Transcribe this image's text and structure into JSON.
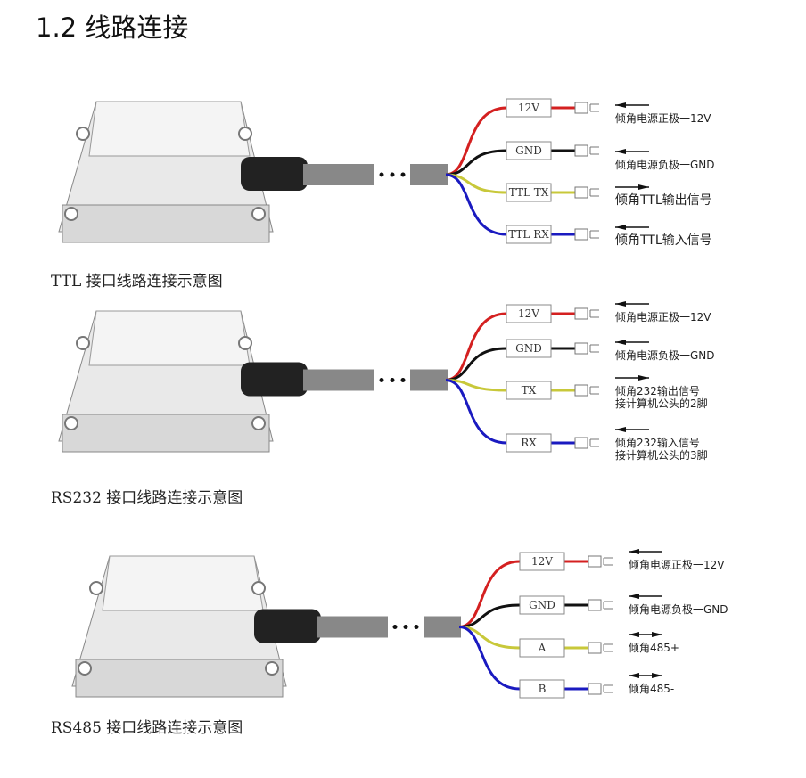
{
  "heading": "1.2 线路连接",
  "diagrams": [
    {
      "caption": "TTL 接口线路连接示意图",
      "wires": [
        {
          "tag": "12V",
          "color": "#d42020",
          "dir": "in",
          "desc": "倾角电源正极一12V"
        },
        {
          "tag": "GND",
          "color": "#111111",
          "dir": "in",
          "desc": "倾角电源负极一GND"
        },
        {
          "tag": "TTL  TX",
          "color": "#c8c83a",
          "dir": "out",
          "desc": "倾角TTL输出信号"
        },
        {
          "tag": "TTL  RX",
          "color": "#1a1ac0",
          "dir": "in",
          "desc": "倾角TTL输入信号"
        }
      ]
    },
    {
      "caption": "RS232 接口线路连接示意图",
      "wires": [
        {
          "tag": "12V",
          "color": "#d42020",
          "dir": "in",
          "desc": "倾角电源正极一12V"
        },
        {
          "tag": "GND",
          "color": "#111111",
          "dir": "in",
          "desc": "倾角电源负极一GND"
        },
        {
          "tag": "TX",
          "color": "#c8c83a",
          "dir": "out",
          "desc": "倾角232输出信号\n接计算机公头的2脚"
        },
        {
          "tag": "RX",
          "color": "#1a1ac0",
          "dir": "in",
          "desc": "倾角232输入信号\n接计算机公头的3脚"
        }
      ]
    },
    {
      "caption": "RS485 接口线路连接示意图",
      "wires": [
        {
          "tag": "12V",
          "color": "#d42020",
          "dir": "in",
          "desc": "倾角电源正极一12V"
        },
        {
          "tag": "GND",
          "color": "#111111",
          "dir": "in",
          "desc": "倾角电源负极一GND"
        },
        {
          "tag": "A",
          "color": "#c8c83a",
          "dir": "both",
          "desc": "倾角485+"
        },
        {
          "tag": "B",
          "color": "#1a1ac0",
          "dir": "both",
          "desc": "倾角485-"
        }
      ]
    }
  ]
}
